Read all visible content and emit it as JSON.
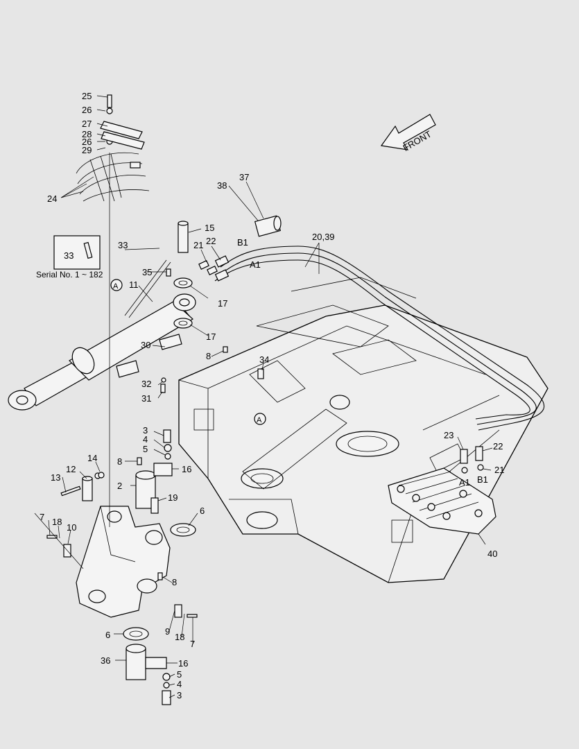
{
  "front_label": "FRONT",
  "inset": {
    "part_number": "33",
    "note": "Serial No. 1 ~ 182"
  },
  "section_marker": "A",
  "port_labels": {
    "b1_upper": "B1",
    "a1_upper": "A1",
    "a1_lower": "A1",
    "b1_lower": "B1"
  },
  "callouts": {
    "c25": "25",
    "c26a": "26",
    "c27": "27",
    "c28": "28",
    "c26b": "26",
    "c29": "29",
    "c24": "24",
    "c37": "37",
    "c38": "38",
    "c15": "15",
    "c2039": "20,39",
    "c33": "33",
    "c21a": "21",
    "c22a": "22",
    "c35": "35",
    "c11": "11",
    "c17a": "17",
    "c17b": "17",
    "c30": "30",
    "c8a": "8",
    "c34": "34",
    "c32": "32",
    "c31": "31",
    "c3a": "3",
    "c4a": "4",
    "c5a": "5",
    "c8b": "8",
    "c16a": "16",
    "c14": "14",
    "c12": "12",
    "c13": "13",
    "c2": "2",
    "c19": "19",
    "c6a": "6",
    "c7a": "7",
    "c18a": "18",
    "c10": "10",
    "c23": "23",
    "c22b": "22",
    "c21b": "21",
    "c40": "40",
    "c8c": "8",
    "c9": "9",
    "c18b": "18",
    "c7b": "7",
    "c6b": "6",
    "c36": "36",
    "c16b": "16",
    "c5b": "5",
    "c4b": "4",
    "c3b": "3"
  }
}
